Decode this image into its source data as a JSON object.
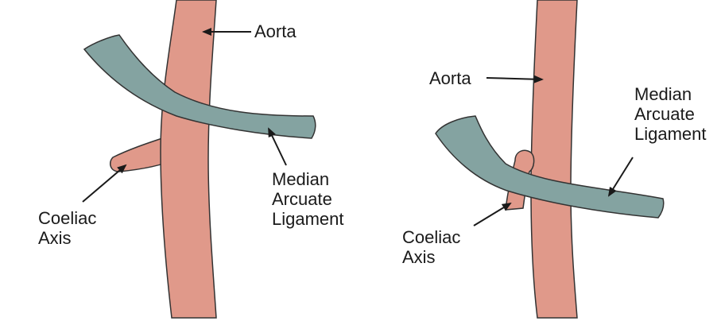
{
  "colors": {
    "aorta_fill": "#e0998a",
    "ligament_fill": "#84a3a1",
    "outline": "#333333",
    "label_text": "#1a1a1a"
  },
  "left_panel": {
    "aorta_label": "Aorta",
    "ligament_label": [
      "Median",
      "Arcuate",
      "Ligament"
    ],
    "coeliac_label": [
      "Coeliac",
      "Axis"
    ]
  },
  "right_panel": {
    "aorta_label": "Aorta",
    "ligament_label": [
      "Median",
      "Arcuate",
      "Ligament"
    ],
    "coeliac_label": [
      "Coeliac",
      "Axis"
    ]
  }
}
